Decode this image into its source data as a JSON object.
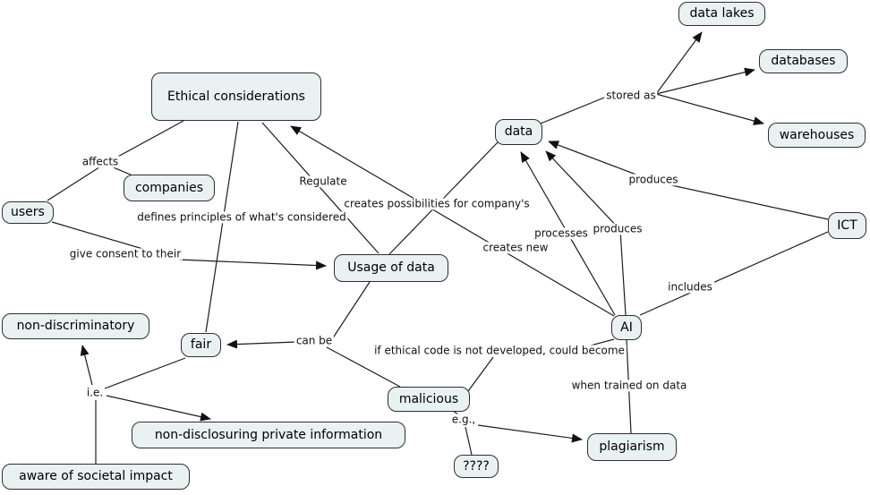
{
  "canvas": {
    "background": "#ffffff",
    "node_fill": "#e9f1f3",
    "node_border": "#2e2e2e",
    "line_color": "#1c1c1c"
  },
  "nodes": {
    "ethical_considerations": {
      "label": "Ethical considerations"
    },
    "users": {
      "label": "users"
    },
    "companies": {
      "label": "companies"
    },
    "data": {
      "label": "data"
    },
    "data_lakes": {
      "label": "data lakes"
    },
    "databases": {
      "label": "databases"
    },
    "warehouses": {
      "label": "warehouses"
    },
    "ict": {
      "label": "ICT"
    },
    "ai": {
      "label": "AI"
    },
    "usage_of_data": {
      "label": "Usage of data"
    },
    "fair": {
      "label": "fair"
    },
    "non_discriminatory": {
      "label": "non-discriminatory"
    },
    "malicious": {
      "label": "malicious"
    },
    "non_disclosuring": {
      "label": "non-disclosuring private information"
    },
    "aware_societal": {
      "label": "aware of societal impact"
    },
    "plagiarism": {
      "label": "plagiarism"
    },
    "unknown": {
      "label": "????"
    }
  },
  "edge_labels": {
    "affects": {
      "label": "affects"
    },
    "give_consent": {
      "label": "give consent to their"
    },
    "defines_principles": {
      "label": "defines principles of what's considered"
    },
    "regulate": {
      "label": "Regulate"
    },
    "creates_possibilities": {
      "label": "creates possibilities for company's"
    },
    "creates_new": {
      "label": "creates new"
    },
    "processes": {
      "label": "processes"
    },
    "produces_ai": {
      "label": "produces"
    },
    "produces_ict": {
      "label": "produces"
    },
    "stored_as": {
      "label": "stored as"
    },
    "includes": {
      "label": "includes"
    },
    "can_be": {
      "label": "can be"
    },
    "if_ethical": {
      "label": "if ethical code is not developed, could become"
    },
    "when_trained": {
      "label": "when trained on data"
    },
    "ie": {
      "label": "i.e."
    },
    "eg": {
      "label": "e.g.,"
    }
  }
}
